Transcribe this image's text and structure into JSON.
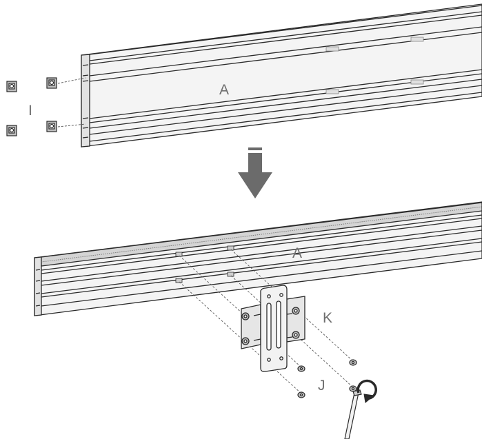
{
  "labels": {
    "rail_top": "A",
    "rail_bottom": "A",
    "nuts": "I",
    "screws": "J",
    "bracket": "K"
  },
  "colors": {
    "line": "#2a2a2a",
    "rail_fill": "#f4f4f4",
    "rail_shade": "#d8d8d8",
    "arrow": "#6b6b6b",
    "label": "#6e6e6e",
    "dash": "#555555"
  },
  "icons": [
    "down-arrow-icon",
    "rotate-arrow-icon",
    "allen-key-icon",
    "t-nut-icon",
    "screw-icon"
  ]
}
